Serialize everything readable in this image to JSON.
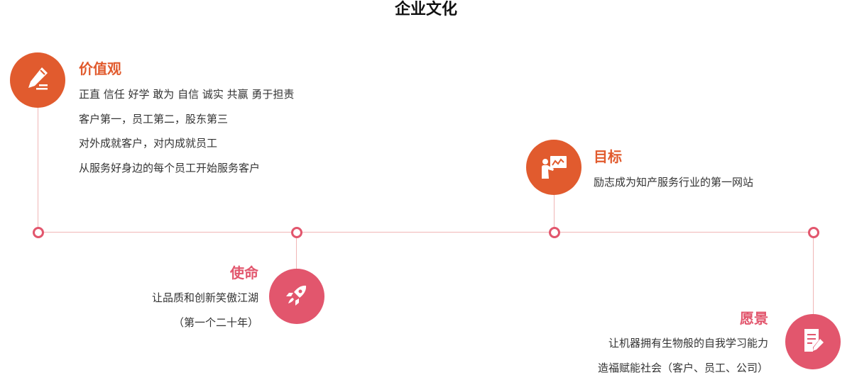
{
  "title": "企业文化",
  "colors": {
    "orange": "#e15b2e",
    "pink": "#e2566d",
    "line": "#f0b6b6"
  },
  "sections": {
    "values": {
      "heading": "价值观",
      "icon": "pencil-icon",
      "lines": [
        "正直 信任 好学 敢为 自信 诚实 共赢 勇于担责",
        "客户第一，员工第二，股东第三",
        "对外成就客户，对内成就员工",
        "从服务好身边的每个员工开始服务客户"
      ]
    },
    "mission": {
      "heading": "使命",
      "icon": "rocket-icon",
      "lines": [
        "让品质和创新笑傲江湖",
        "（第一个二十年）"
      ]
    },
    "goal": {
      "heading": "目标",
      "icon": "presentation-icon",
      "lines": [
        "励志成为知产服务行业的第一网站"
      ]
    },
    "vision": {
      "heading": "愿景",
      "icon": "document-edit-icon",
      "lines": [
        "让机器拥有生物般的自我学习能力",
        "造福赋能社会（客户、员工、公司）"
      ]
    }
  }
}
